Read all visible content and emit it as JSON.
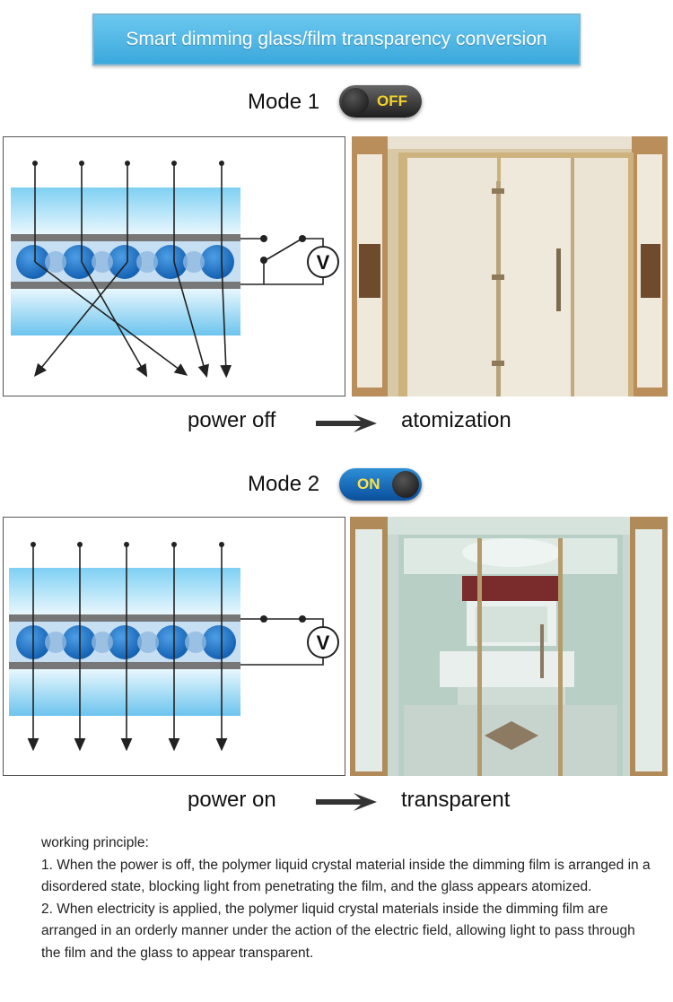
{
  "banner": {
    "title": "Smart dimming glass/film transparency conversion"
  },
  "mode1": {
    "label": "Mode 1",
    "switch_text": "OFF",
    "meter": "V",
    "caption_left": "power off",
    "caption_right": "atomization"
  },
  "mode2": {
    "label": "Mode 2",
    "switch_text": "ON",
    "meter": "V",
    "caption_left": "power on",
    "caption_right": "transparent"
  },
  "principle": {
    "heading": "working principle:",
    "p1": "1. When the power is off, the polymer liquid crystal material inside the dimming film is arranged in a disordered state, blocking light from penetrating the film, and the glass appears atomized.",
    "p2": "2. When electricity is applied, the polymer liquid crystal materials inside the dimming film are arranged in an orderly manner under the action of the electric field, allowing light to pass through the film and the glass to appear transparent."
  },
  "colors": {
    "banner": "#4cb6e6",
    "glass": "#6cc4ee",
    "crystal": "#1d74c8",
    "switch_off": "#2a2a2a",
    "switch_on": "#1565b8"
  }
}
